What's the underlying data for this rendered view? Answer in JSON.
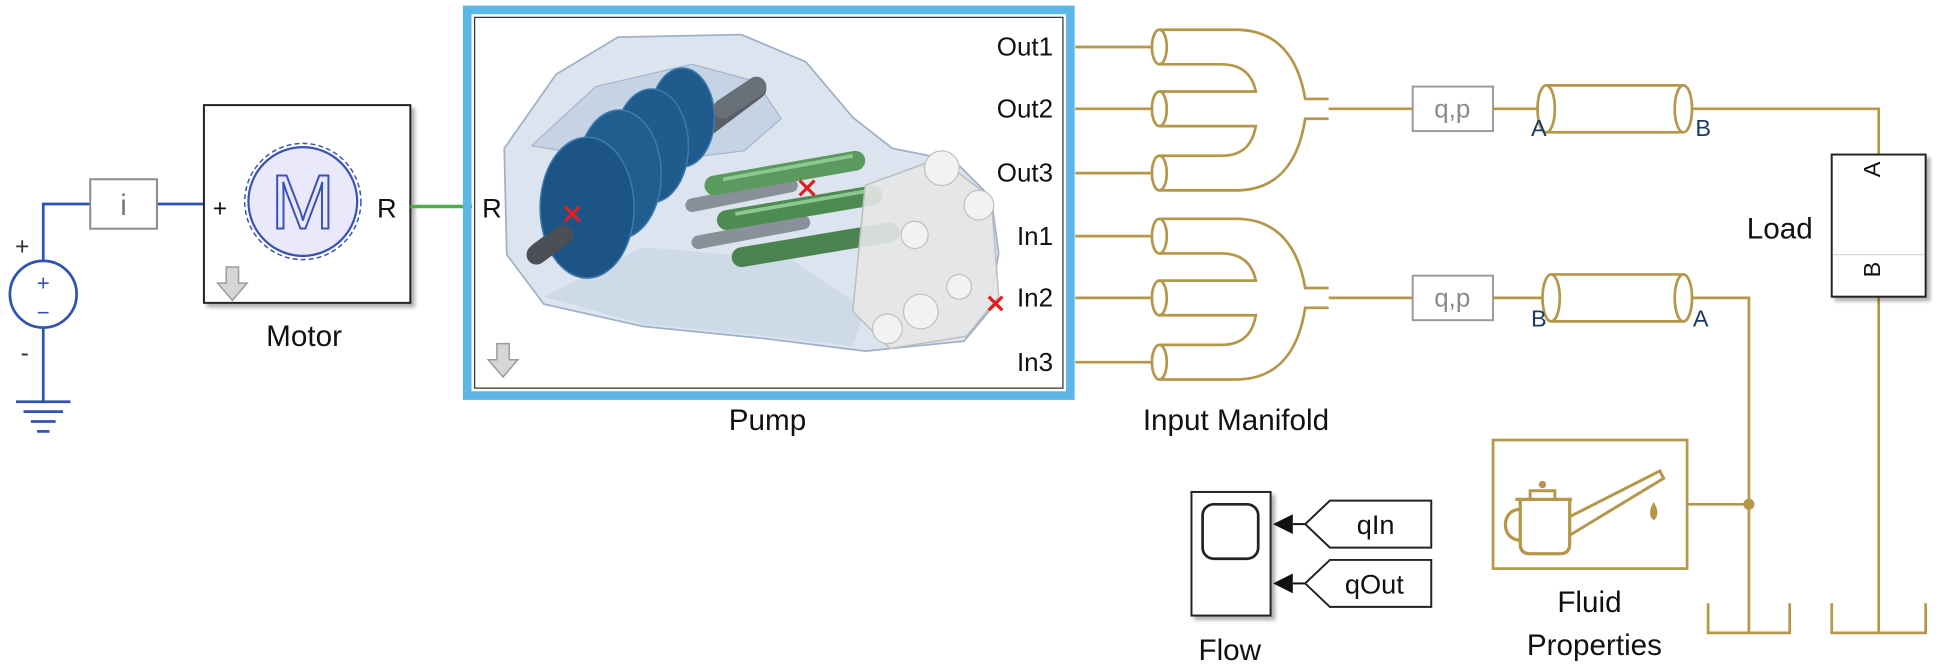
{
  "colors": {
    "electrical": "#2f53b0",
    "mechanical": "#4cae4c",
    "hydraulic": "#b5974a",
    "selection": "#5db6e8",
    "sensor": "#8a8a8a",
    "fault_marker": "#e02020"
  },
  "icons": {
    "source": "dc-voltage-source-icon",
    "ground": "electrical-ground-icon",
    "motor": "motor-icon",
    "pump": "pump-3d-illustration",
    "orientation": "down-arrow-icon",
    "fluid": "oil-can-icon",
    "scope": "scope-icon",
    "reservoir": "tank-icon"
  },
  "source": {
    "outer_plus": "+",
    "outer_minus": "-",
    "inner_plus": "+",
    "inner_minus": "−"
  },
  "current_sensor": {
    "label": "i"
  },
  "motor": {
    "name": "Motor",
    "symbol": "M",
    "port_plus": "+",
    "port_r": "R"
  },
  "pump": {
    "name": "Pump",
    "port_r": "R",
    "ports": [
      "Out1",
      "Out2",
      "Out3",
      "In1",
      "In2",
      "In3"
    ]
  },
  "manifold": {
    "name": "Input Manifold"
  },
  "sensors": [
    {
      "label": "q,p"
    },
    {
      "label": "q,p"
    }
  ],
  "pipes": [
    {
      "port_left": "A",
      "port_right": "B"
    },
    {
      "port_left": "B",
      "port_right": "A"
    }
  ],
  "load": {
    "name": "Load",
    "port_a": "A",
    "port_b": "B"
  },
  "fluid_properties": {
    "name_lines": [
      "Fluid",
      "Properties"
    ]
  },
  "scope": {
    "name": "Flow",
    "inputs": [
      "qIn",
      "qOut"
    ]
  }
}
